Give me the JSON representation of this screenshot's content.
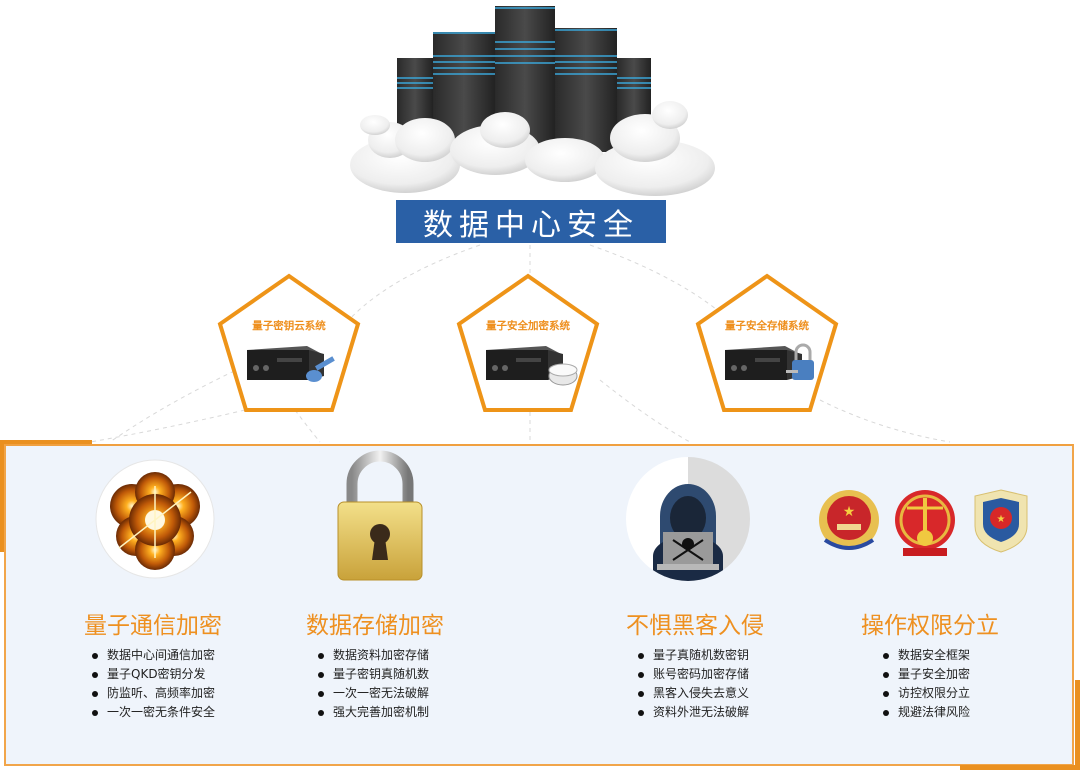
{
  "header": {
    "title": "数据中心安全",
    "title_bg": "#2a60a6",
    "illustration": "server-racks-on-clouds"
  },
  "systems": [
    {
      "label": "量子密钥云系统",
      "icon": "server-with-key"
    },
    {
      "label": "量子安全加密系统",
      "icon": "server-with-disk"
    },
    {
      "label": "量子安全存储系统",
      "icon": "server-with-padlock"
    }
  ],
  "features": [
    {
      "title": "量子通信加密",
      "icon": "quantum-atom-icon",
      "bullets": [
        "数据中心间通信加密",
        "量子QKD密钥分发",
        "防监听、高频率加密",
        "一次一密无条件安全"
      ]
    },
    {
      "title": "数据存储加密",
      "icon": "padlock-icon",
      "bullets": [
        "数据资料加密存储",
        "量子密钥真随机数",
        "一次一密无法破解",
        "强大完善加密机制"
      ]
    },
    {
      "title": "不惧黑客入侵",
      "icon": "hacker-icon",
      "bullets": [
        "量子真随机数密钥",
        "账号密码加密存储",
        "黑客入侵失去意义",
        "资料外泄无法破解"
      ]
    },
    {
      "title": "操作权限分立",
      "icon": "authority-emblems-icon",
      "bullets": [
        "数据安全框架",
        "量子安全加密",
        "访控权限分立",
        "规避法律风险"
      ]
    }
  ],
  "colors": {
    "accent_orange": "#ee9020",
    "panel_bg": "#eff4fb",
    "banner_blue": "#2a60a6"
  }
}
